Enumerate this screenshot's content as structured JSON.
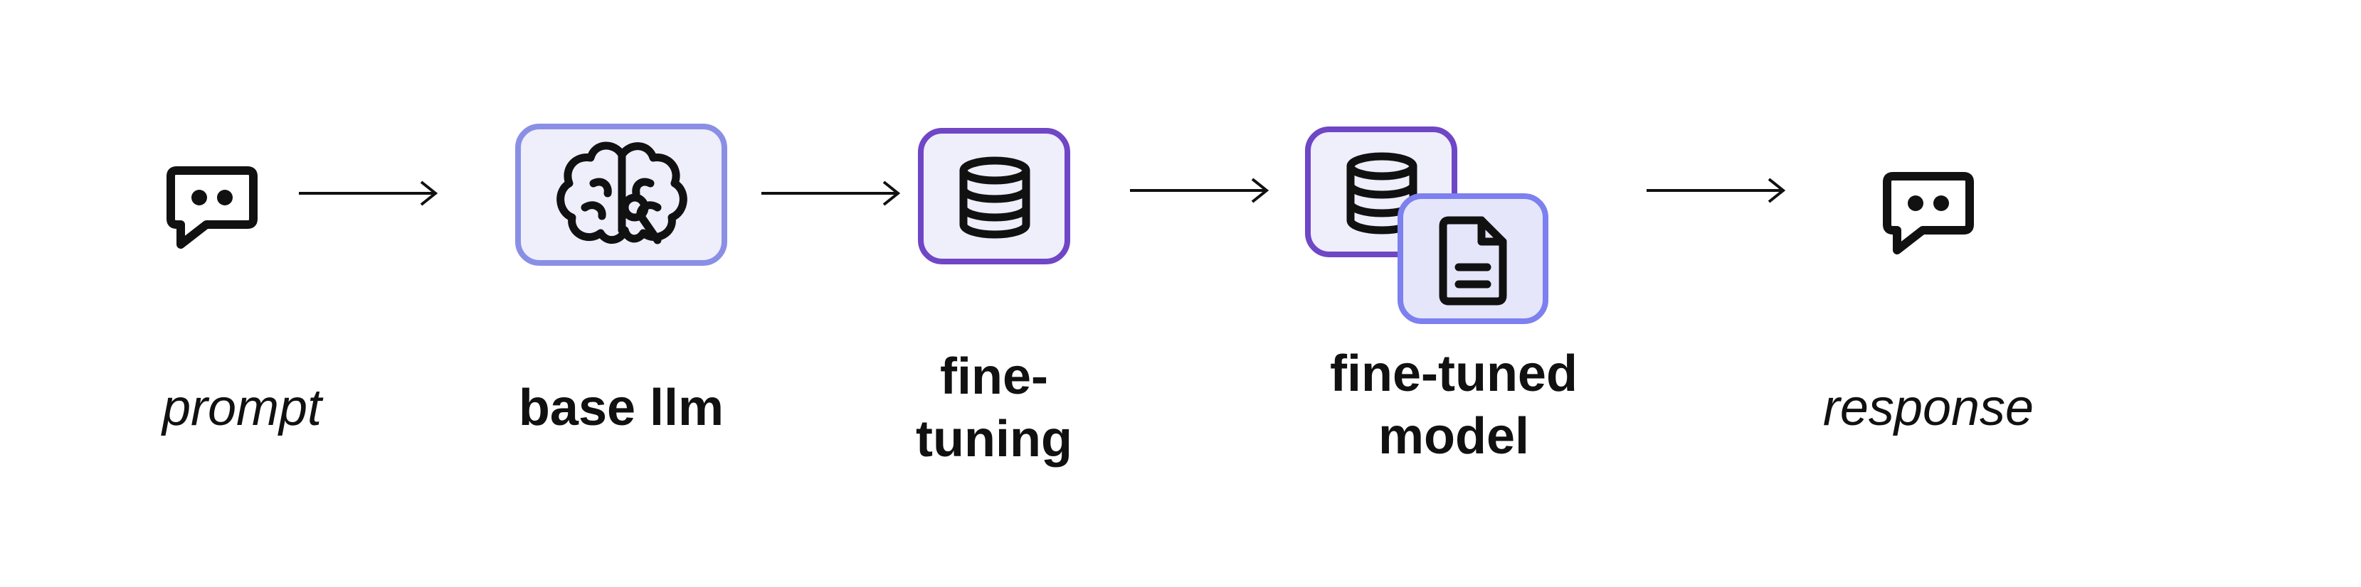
{
  "diagram": {
    "nodes": [
      {
        "id": "prompt",
        "label": "prompt",
        "icon": "chat-bubble-icon",
        "style": "italic"
      },
      {
        "id": "base-llm",
        "label": "base llm",
        "icon": "brain-icon",
        "style": "bold"
      },
      {
        "id": "fine-tuning",
        "label": "fine-\ntuning",
        "icon": "database-icon",
        "style": "bold"
      },
      {
        "id": "fine-tuned-model",
        "label": "fine-tuned\nmodel",
        "icon": "database-document-icon",
        "style": "bold"
      },
      {
        "id": "response",
        "label": "response",
        "icon": "chat-bubble-icon",
        "style": "italic"
      }
    ],
    "labels": {
      "prompt": "prompt",
      "base_llm": "base llm",
      "fine_tuning_line1": "fine-",
      "fine_tuning_line2": "tuning",
      "fine_tuned_line1": "fine-tuned",
      "fine_tuned_line2": "model",
      "response": "response"
    },
    "edges": [
      {
        "from": "prompt",
        "to": "base-llm"
      },
      {
        "from": "base-llm",
        "to": "fine-tuning"
      },
      {
        "from": "fine-tuning",
        "to": "fine-tuned-model"
      },
      {
        "from": "fine-tuned-model",
        "to": "response"
      }
    ],
    "colors": {
      "tile_fill": "#efeefb",
      "light_border": "#8a8fe6",
      "dark_border": "#6f46c6",
      "doc_border": "#7d80ef",
      "ink": "#111111"
    }
  }
}
